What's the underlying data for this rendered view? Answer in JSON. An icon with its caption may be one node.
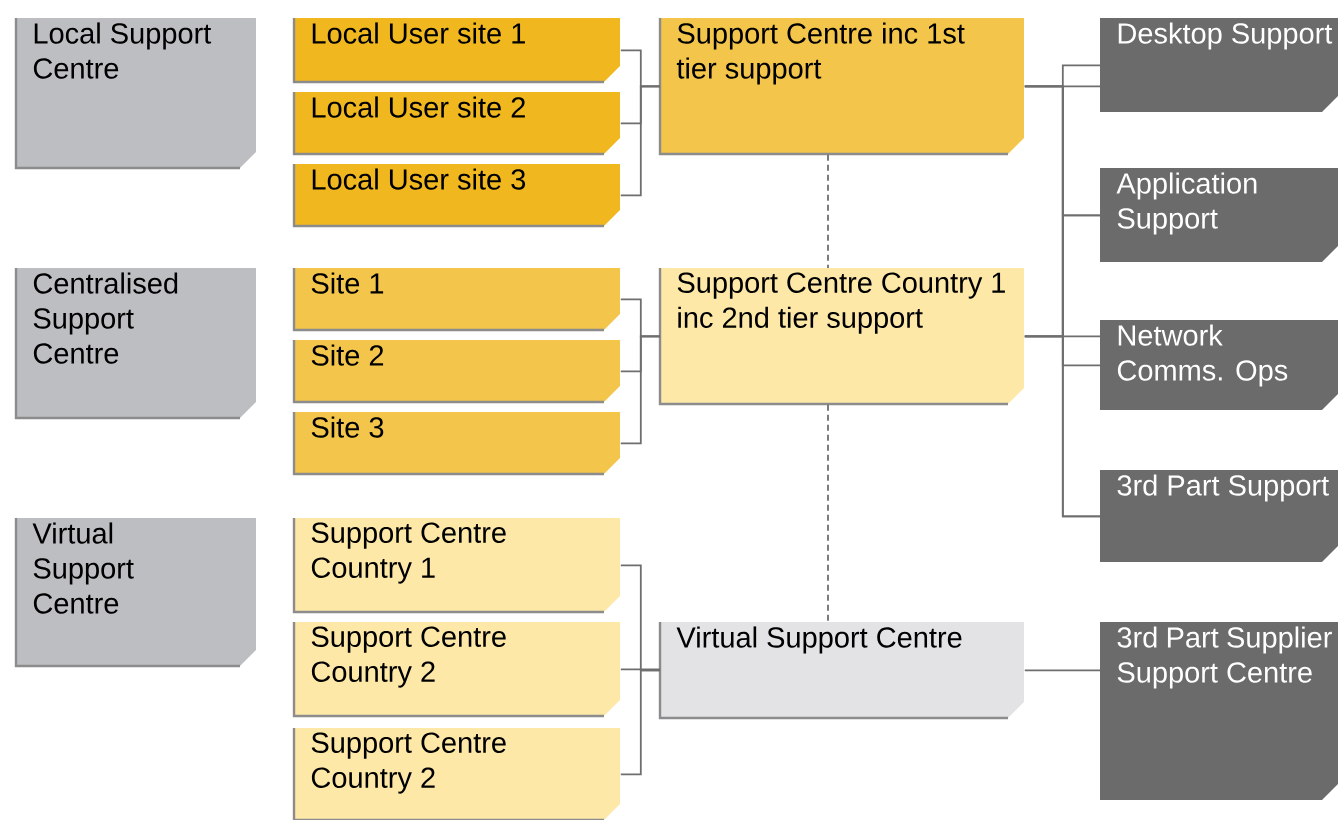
{
  "diagram": {
    "nodes": [
      {
        "text": [
          "Local Support Centre"
        ]
      },
      {
        "text": [
          "Local User site 1"
        ]
      },
      {
        "text": [
          "Local User site 2"
        ]
      },
      {
        "text": [
          "Local User site 3"
        ]
      },
      {
        "text": [
          "Support Centre inc 1st tier support"
        ]
      },
      {
        "text": [
          "Centralised Support Centre"
        ]
      },
      {
        "text": [
          "Site 1"
        ]
      },
      {
        "text": [
          "Site 2"
        ]
      },
      {
        "text": [
          "Site 3"
        ]
      },
      {
        "text": [
          "Support Centre Country 1 inc 2nd tier support"
        ]
      },
      {
        "text": [
          "Virtual Support Centre"
        ]
      },
      {
        "text": [
          "Support Centre Country 1"
        ]
      },
      {
        "text": [
          "Support Centre Country 2"
        ]
      },
      {
        "text": [
          "Support Centre Country 2"
        ]
      },
      {
        "text": [
          "Virtual Support Centre"
        ]
      },
      {
        "text": [
          "Desktop Support"
        ]
      },
      {
        "text": [
          "Application Support"
        ]
      },
      {
        "text": [
          "Network Comms. Ops"
        ]
      },
      {
        "text": [
          "3rd Part Support"
        ]
      },
      {
        "text": [
          "3rd Part Supplier Support Centre"
        ]
      }
    ],
    "edges": [
      {
        "from": 1,
        "to": 4,
        "arrow": "none"
      },
      {
        "from": 2,
        "to": 4,
        "arrow": "none"
      },
      {
        "from": 3,
        "to": 4,
        "arrow": "none"
      },
      {
        "from": 6,
        "to": 9,
        "arrow": "none"
      },
      {
        "from": 7,
        "to": 9,
        "arrow": "none"
      },
      {
        "from": 8,
        "to": 9,
        "arrow": "none"
      },
      {
        "from": 11,
        "to": 14,
        "arrow": "none"
      },
      {
        "from": 12,
        "to": 14,
        "arrow": "none"
      },
      {
        "from": 13,
        "to": 14,
        "arrow": "none"
      },
      {
        "from": 4,
        "to": 15,
        "arrow": "none"
      },
      {
        "from": 4,
        "to": 16,
        "arrow": "none"
      },
      {
        "from": 4,
        "to": 17,
        "arrow": "none"
      },
      {
        "from": 4,
        "to": 18,
        "arrow": "none"
      },
      {
        "from": 9,
        "to": 15,
        "arrow": "none"
      },
      {
        "from": 9,
        "to": 16,
        "arrow": "none"
      },
      {
        "from": 9,
        "to": 17,
        "arrow": "none"
      },
      {
        "from": 9,
        "to": 18,
        "arrow": "none"
      },
      {
        "from": 4,
        "to": 9,
        "arrow": "none",
        "style": "dashed"
      },
      {
        "from": 9,
        "to": 14,
        "arrow": "none",
        "style": "dashed"
      },
      {
        "from": 14,
        "to": 19,
        "arrow": "none"
      }
    ]
  }
}
